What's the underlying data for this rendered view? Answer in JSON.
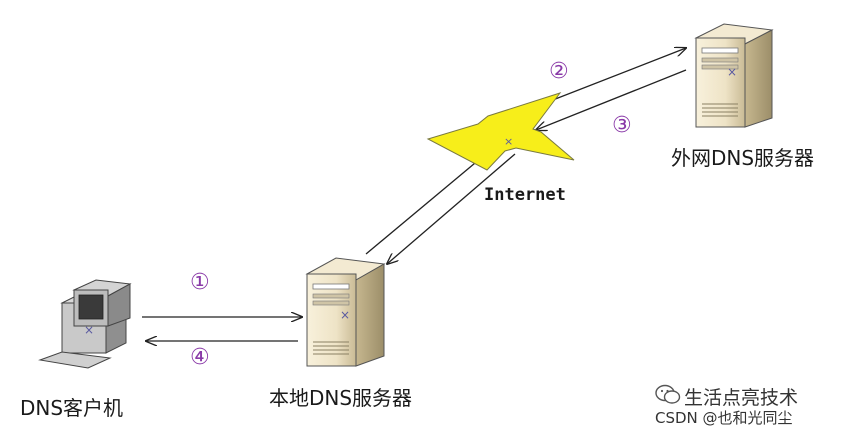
{
  "nodes": {
    "client": {
      "label": "DNS客户机"
    },
    "local_server": {
      "label": "本地DNS服务器"
    },
    "external_server": {
      "label": "外网DNS服务器"
    },
    "internet": {
      "label": "Internet"
    }
  },
  "steps": [
    "①",
    "②",
    "③",
    "④"
  ],
  "watermark": {
    "line1": "生活点亮技术",
    "line2": "CSDN @也和光同尘"
  },
  "colors": {
    "arrow": "#222222",
    "step_number": "#8a3aa8",
    "lightning": "#f7ee1a",
    "server_body": "#eee3c6"
  }
}
